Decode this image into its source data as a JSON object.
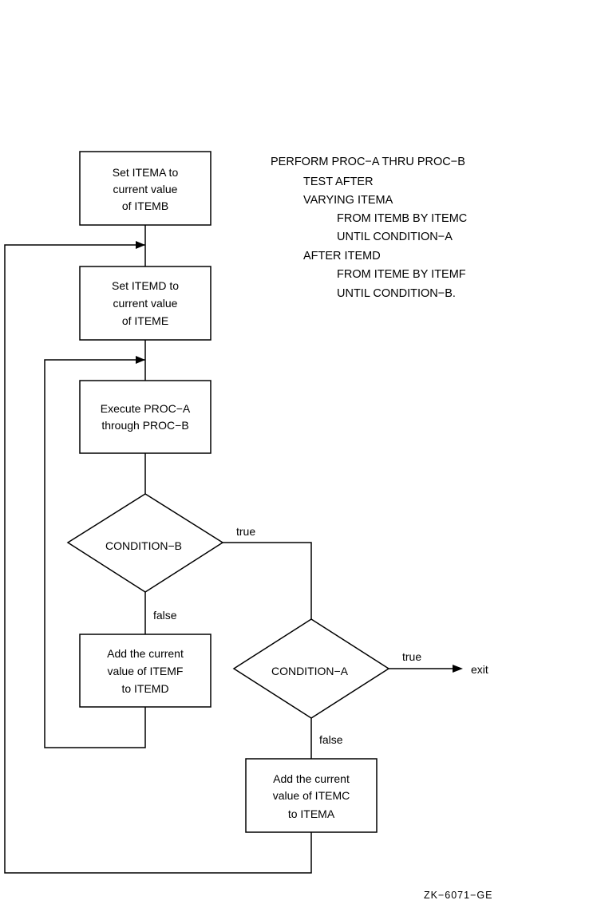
{
  "boxes": {
    "set_itema": [
      "Set ITEMA to",
      "current value",
      "of ITEMB"
    ],
    "set_itemd": [
      "Set ITEMD to",
      "current value",
      "of ITEME"
    ],
    "execute": [
      "Execute PROC−A",
      "through PROC−B"
    ],
    "add_itemf": [
      "Add the current",
      "value of ITEMF",
      "to ITEMD"
    ],
    "add_itemc": [
      "Add the current",
      "value of ITEMC",
      "to ITEMA"
    ]
  },
  "decisions": {
    "condition_b": "CONDITION−B",
    "condition_a": "CONDITION−A"
  },
  "edge_labels": {
    "cond_b_true": "true",
    "cond_b_false": "false",
    "cond_a_true": "true",
    "cond_a_false": "false",
    "exit": "exit"
  },
  "code": {
    "line1": "PERFORM PROC−A THRU PROC−B",
    "line2": "TEST AFTER",
    "line3": "VARYING ITEMA",
    "line4": "FROM ITEMB BY ITEMC",
    "line5": "UNTIL CONDITION−A",
    "line6": "AFTER ITEMD",
    "line7": "FROM ITEME BY ITEMF",
    "line8": "UNTIL CONDITION−B."
  },
  "figure_id": "ZK−6071−GE"
}
